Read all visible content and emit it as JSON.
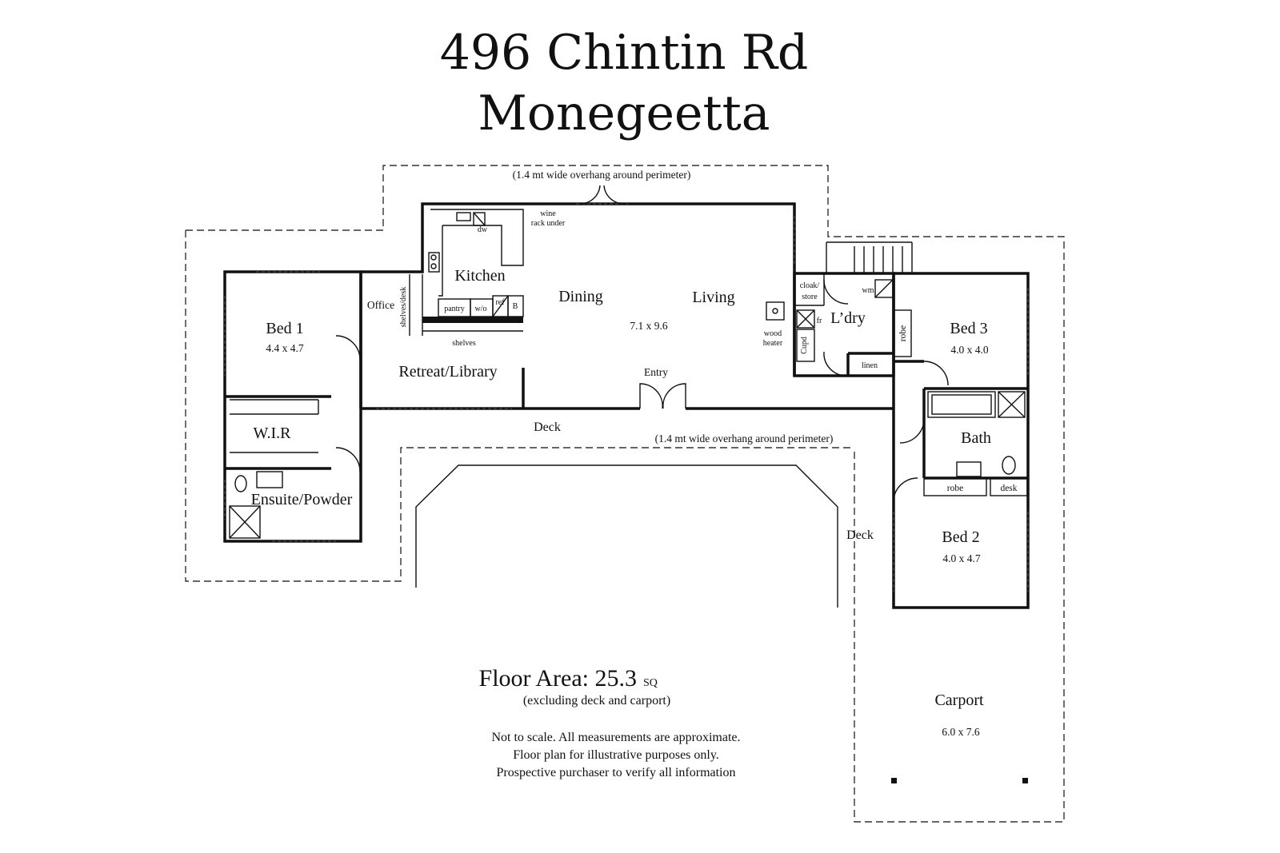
{
  "address": {
    "line1": "496 Chintin Rd",
    "line2": "Monegeetta"
  },
  "rooms": {
    "bed1": {
      "name": "Bed 1",
      "size": "4.4 x 4.7"
    },
    "wir": "W.I.R",
    "ensuite": "Ensuite/Powder",
    "office": "Office",
    "shelves_desk": "shelves/desk",
    "kitchen": "Kitchen",
    "pantry": "pantry",
    "wo": "w/o",
    "fridge": "ref",
    "b": "B",
    "dw": "dw",
    "wine": [
      "wine",
      "rack under"
    ],
    "shelves": "shelves",
    "dining": "Dining",
    "living": "Living",
    "living_size": "7.1 x 9.6",
    "wood_heater": [
      "wood",
      "heater"
    ],
    "retreat": "Retreat/Library",
    "entry": "Entry",
    "cloak": [
      "cloak/",
      "store"
    ],
    "fr": "fr",
    "cupd": "Cupd",
    "laundry": "L’dry",
    "wm": "wm",
    "linen": "linen",
    "bed3": {
      "name": "Bed 3",
      "size": "4.0 x 4.0"
    },
    "robe3": "robe",
    "bath": "Bath",
    "robe2": "robe",
    "desk": "desk",
    "bed2": {
      "name": "Bed 2",
      "size": "4.0 x 4.7"
    },
    "deck_north": "Deck",
    "deck_east": "Deck",
    "carport": {
      "name": "Carport",
      "size": "6.0 x 7.6"
    }
  },
  "notes": {
    "overhang_top": "(1.4 mt wide overhang around perimeter)",
    "overhang_mid": "(1.4 mt wide overhang around perimeter)",
    "floor_area_label": "Floor Area: 25.3",
    "floor_area_unit": "SQ",
    "floor_area_note": "(excluding deck and carport)",
    "disclaimer": [
      "Not to scale. All measurements are approximate.",
      "Floor plan for illustrative purposes only.",
      "Prospective purchaser to verify all information"
    ]
  }
}
